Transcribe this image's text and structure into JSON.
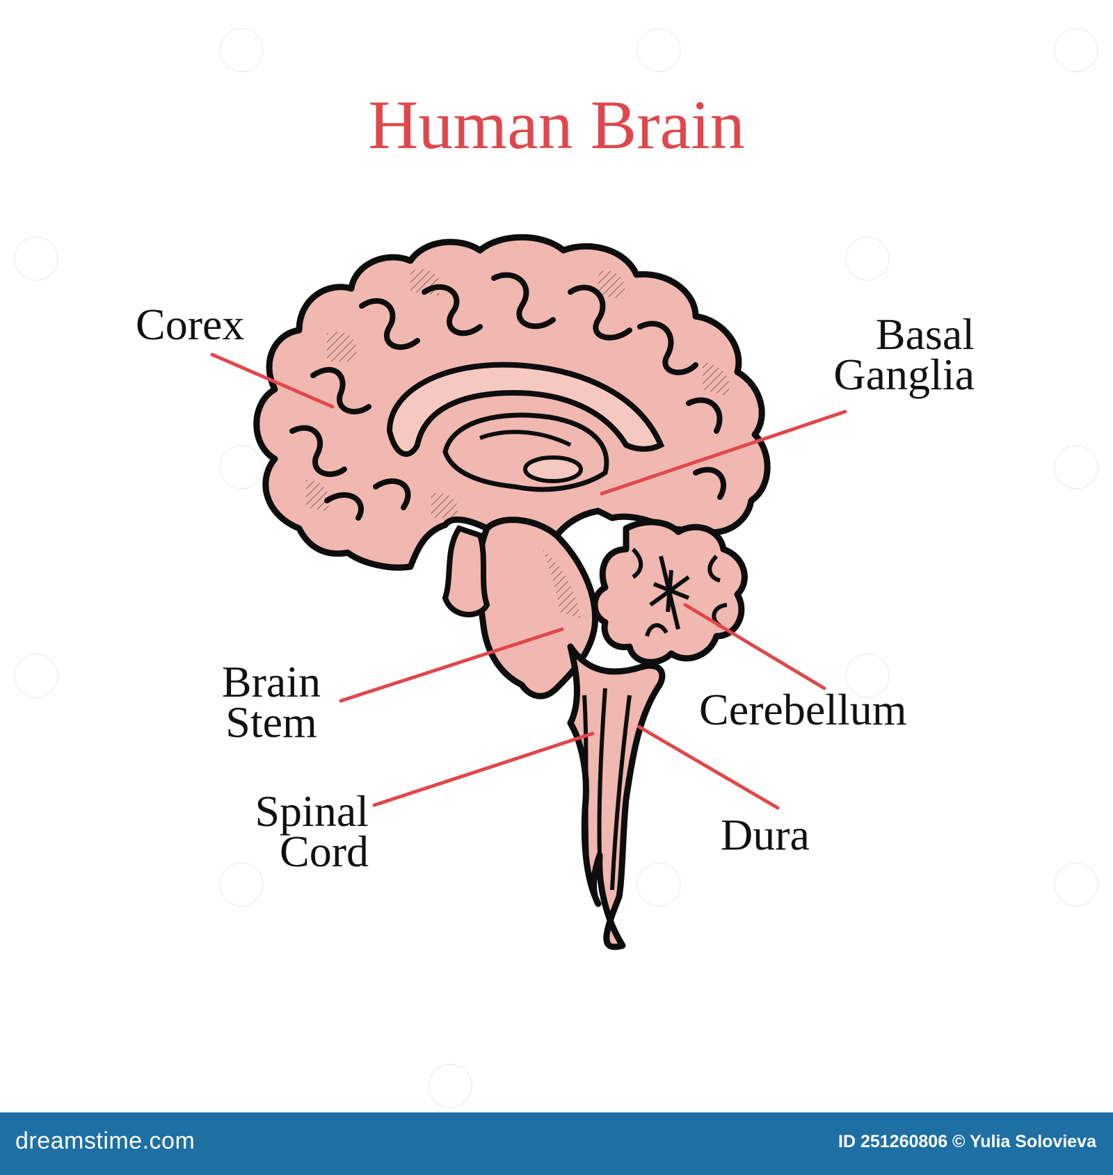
{
  "title": "Human Brain",
  "labels": {
    "cortex": "Corex",
    "basal_ganglia": "Basal\nGanglia",
    "brain_stem": "Brain\nStem",
    "cerebellum": "Cerebellum",
    "spinal_cord": "Spinal\nCord",
    "dura": "Dura"
  },
  "footer": {
    "logo": "dreamstime.com",
    "credit": "ID 251260806 © Yulia Solovieva"
  },
  "colors": {
    "title": "#e0474c",
    "leader_line": "#e0474c",
    "brain_fill": "#f0b8b0",
    "brain_light": "#f6c9c0",
    "outline": "#0d0d0d",
    "footer_bg": "#1e6fa4"
  }
}
